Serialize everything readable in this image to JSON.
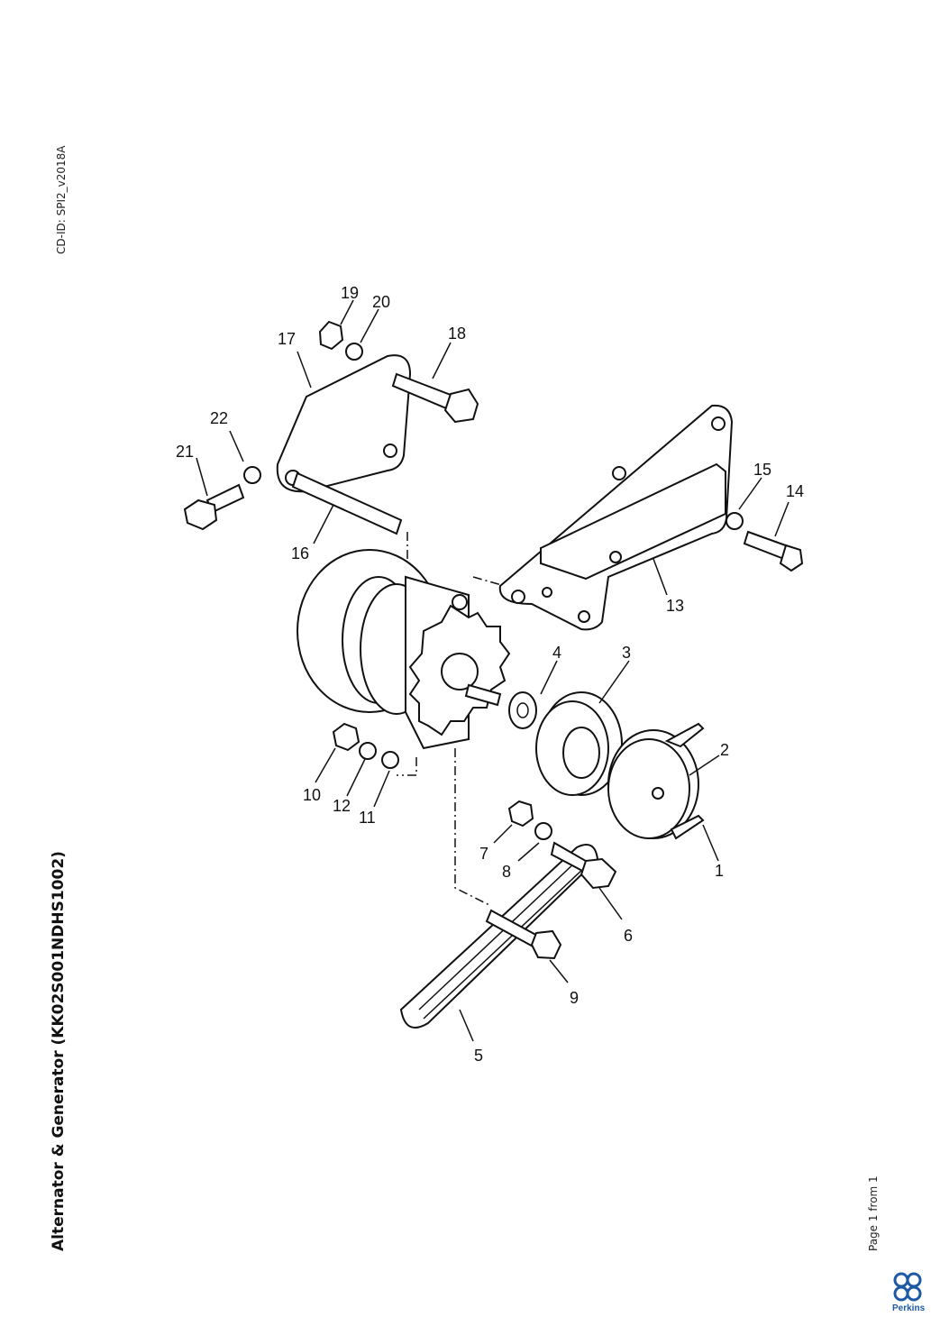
{
  "document": {
    "cd_id": "CD-ID: SPI2_v2018A",
    "title": "Alternator & Generator (KK02S001NDHS1002)",
    "page_info": "Page 1 from 1",
    "brand": "Perkins",
    "brand_color": "#1d5aa6"
  },
  "callouts": [
    "1",
    "2",
    "3",
    "4",
    "5",
    "6",
    "7",
    "8",
    "9",
    "10",
    "11",
    "12",
    "13",
    "14",
    "15",
    "16",
    "17",
    "18",
    "19",
    "20",
    "21",
    "22"
  ]
}
